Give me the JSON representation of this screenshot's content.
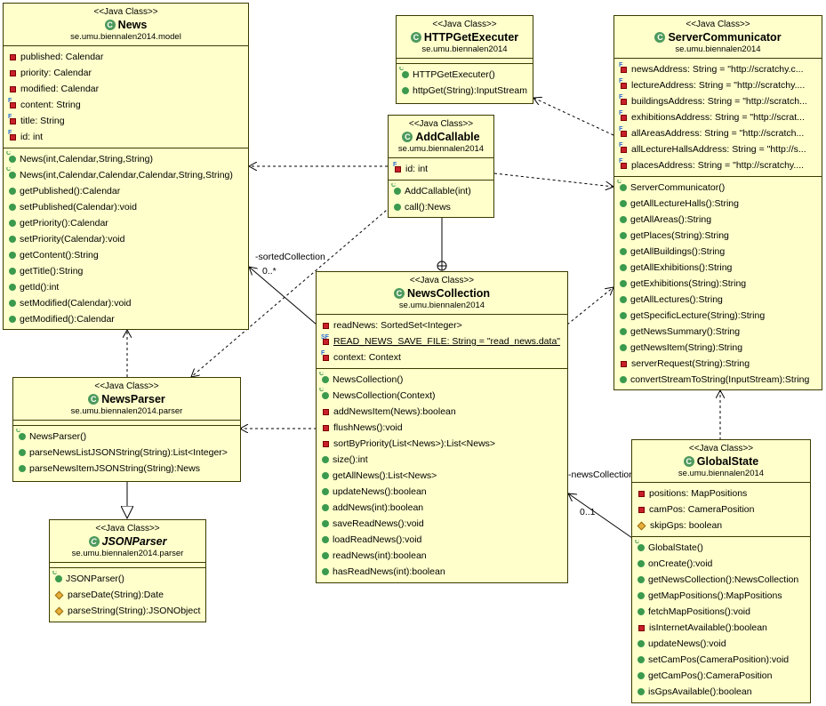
{
  "stereotype": "<<Java Class>>",
  "classes": {
    "news": {
      "name": "News",
      "package": "se.umu.biennalen2014.model",
      "fields": [
        {
          "vis": "private",
          "mod": "",
          "text": "published: Calendar"
        },
        {
          "vis": "private",
          "mod": "",
          "text": "priority: Calendar"
        },
        {
          "vis": "private",
          "mod": "",
          "text": "modified: Calendar"
        },
        {
          "vis": "private",
          "mod": "F",
          "text": "content: String"
        },
        {
          "vis": "private",
          "mod": "F",
          "text": "title: String"
        },
        {
          "vis": "private",
          "mod": "F",
          "text": "id: int"
        }
      ],
      "methods": [
        {
          "vis": "public",
          "mod": "C",
          "text": "News(int,Calendar,String,String)"
        },
        {
          "vis": "public",
          "mod": "C",
          "text": "News(int,Calendar,Calendar,Calendar,String,String)"
        },
        {
          "vis": "public",
          "mod": "",
          "text": "getPublished():Calendar"
        },
        {
          "vis": "public",
          "mod": "",
          "text": "setPublished(Calendar):void"
        },
        {
          "vis": "public",
          "mod": "",
          "text": "getPriority():Calendar"
        },
        {
          "vis": "public",
          "mod": "",
          "text": "setPriority(Calendar):void"
        },
        {
          "vis": "public",
          "mod": "",
          "text": "getContent():String"
        },
        {
          "vis": "public",
          "mod": "",
          "text": "getTitle():String"
        },
        {
          "vis": "public",
          "mod": "",
          "text": "getId():int"
        },
        {
          "vis": "public",
          "mod": "",
          "text": "setModified(Calendar):void"
        },
        {
          "vis": "public",
          "mod": "",
          "text": "getModified():Calendar"
        }
      ]
    },
    "httpget": {
      "name": "HTTPGetExecuter",
      "package": "se.umu.biennalen2014",
      "fields": [],
      "methods": [
        {
          "vis": "public",
          "mod": "C",
          "text": "HTTPGetExecuter()"
        },
        {
          "vis": "public",
          "mod": "",
          "text": "httpGet(String):InputStream"
        }
      ]
    },
    "addcallable": {
      "name": "AddCallable",
      "package": "se.umu.biennalen2014",
      "fields": [
        {
          "vis": "private",
          "mod": "F",
          "text": "id: int"
        }
      ],
      "methods": [
        {
          "vis": "public",
          "mod": "C",
          "text": "AddCallable(int)"
        },
        {
          "vis": "public",
          "mod": "",
          "text": "call():News"
        }
      ]
    },
    "server": {
      "name": "ServerCommunicator",
      "package": "se.umu.biennalen2014",
      "fields": [
        {
          "vis": "private",
          "mod": "F",
          "text": "newsAddress: String = \"http://scratchy.c..."
        },
        {
          "vis": "private",
          "mod": "F",
          "text": "lectureAddress: String = \"http://scratchy...."
        },
        {
          "vis": "private",
          "mod": "F",
          "text": "buildingsAddress: String = \"http://scratch..."
        },
        {
          "vis": "private",
          "mod": "F",
          "text": "exhibitionsAddress: String = \"http://scrat..."
        },
        {
          "vis": "private",
          "mod": "F",
          "text": "allAreasAddress: String = \"http://scratch..."
        },
        {
          "vis": "private",
          "mod": "F",
          "text": "allLectureHallsAddress: String = \"http://s..."
        },
        {
          "vis": "private",
          "mod": "F",
          "text": "placesAddress: String = \"http://scratchy...."
        }
      ],
      "methods": [
        {
          "vis": "public",
          "mod": "C",
          "text": "ServerCommunicator()"
        },
        {
          "vis": "public",
          "mod": "",
          "text": "getAllLectureHalls():String"
        },
        {
          "vis": "public",
          "mod": "",
          "text": "getAllAreas():String"
        },
        {
          "vis": "public",
          "mod": "",
          "text": "getPlaces(String):String"
        },
        {
          "vis": "public",
          "mod": "",
          "text": "getAllBuildings():String"
        },
        {
          "vis": "public",
          "mod": "",
          "text": "getAllExhibitions():String"
        },
        {
          "vis": "public",
          "mod": "",
          "text": "getExhibitions(String):String"
        },
        {
          "vis": "public",
          "mod": "",
          "text": "getAllLectures():String"
        },
        {
          "vis": "public",
          "mod": "",
          "text": "getSpecificLecture(String):String"
        },
        {
          "vis": "public",
          "mod": "",
          "text": "getNewsSummary():String"
        },
        {
          "vis": "public",
          "mod": "",
          "text": "getNewsItem(String):String"
        },
        {
          "vis": "private",
          "mod": "",
          "text": "serverRequest(String):String"
        },
        {
          "vis": "public",
          "mod": "",
          "text": "convertStreamToString(InputStream):String"
        }
      ]
    },
    "newscollection": {
      "name": "NewsCollection",
      "package": "se.umu.biennalen2014",
      "fields": [
        {
          "vis": "private",
          "mod": "",
          "text": "readNews: SortedSet<Integer>"
        },
        {
          "vis": "private",
          "mod": "SF",
          "text": "READ_NEWS_SAVE_FILE: String = \"read_news.data\"",
          "underline": true
        },
        {
          "vis": "private",
          "mod": "F",
          "text": "context: Context"
        }
      ],
      "methods": [
        {
          "vis": "public",
          "mod": "C",
          "text": "NewsCollection()"
        },
        {
          "vis": "public",
          "mod": "C",
          "text": "NewsCollection(Context)"
        },
        {
          "vis": "private",
          "mod": "",
          "text": "addNewsItem(News):boolean"
        },
        {
          "vis": "private",
          "mod": "",
          "text": "flushNews():void"
        },
        {
          "vis": "private",
          "mod": "",
          "text": "sortByPriority(List<News>):List<News>"
        },
        {
          "vis": "public",
          "mod": "",
          "text": "size():int"
        },
        {
          "vis": "public",
          "mod": "",
          "text": "getAllNews():List<News>"
        },
        {
          "vis": "public",
          "mod": "",
          "text": "updateNews():boolean"
        },
        {
          "vis": "public",
          "mod": "",
          "text": "addNews(int):boolean"
        },
        {
          "vis": "public",
          "mod": "",
          "text": "saveReadNews():void"
        },
        {
          "vis": "public",
          "mod": "",
          "text": "loadReadNews():void"
        },
        {
          "vis": "public",
          "mod": "",
          "text": "readNews(int):boolean"
        },
        {
          "vis": "public",
          "mod": "",
          "text": "hasReadNews(int):boolean"
        }
      ]
    },
    "newsparser": {
      "name": "NewsParser",
      "package": "se.umu.biennalen2014.parser",
      "fields": [],
      "methods": [
        {
          "vis": "public",
          "mod": "C",
          "text": "NewsParser()"
        },
        {
          "vis": "public",
          "mod": "",
          "text": "parseNewsListJSONString(String):List<Integer>"
        },
        {
          "vis": "public",
          "mod": "",
          "text": "parseNewsItemJSONString(String):News"
        }
      ]
    },
    "jsonparser": {
      "name": "JSONParser",
      "package": "se.umu.biennalen2014.parser",
      "abstract": true,
      "fields": [],
      "methods": [
        {
          "vis": "public",
          "mod": "C",
          "text": "JSONParser()"
        },
        {
          "vis": "protected",
          "mod": "",
          "text": "parseDate(String):Date"
        },
        {
          "vis": "protected",
          "mod": "",
          "text": "parseString(String):JSONObject"
        }
      ]
    },
    "globalstate": {
      "name": "GlobalState",
      "package": "se.umu.biennalen2014",
      "fields": [
        {
          "vis": "private",
          "mod": "",
          "text": "positions: MapPositions"
        },
        {
          "vis": "private",
          "mod": "",
          "text": "camPos: CameraPosition"
        },
        {
          "vis": "protected",
          "mod": "",
          "text": "skipGps: boolean"
        }
      ],
      "methods": [
        {
          "vis": "public",
          "mod": "C",
          "text": "GlobalState()"
        },
        {
          "vis": "public",
          "mod": "",
          "text": "onCreate():void"
        },
        {
          "vis": "public",
          "mod": "",
          "text": "getNewsCollection():NewsCollection"
        },
        {
          "vis": "public",
          "mod": "",
          "text": "getMapPositions():MapPositions"
        },
        {
          "vis": "public",
          "mod": "",
          "text": "fetchMapPositions():void"
        },
        {
          "vis": "private",
          "mod": "",
          "text": "isInternetAvailable():boolean"
        },
        {
          "vis": "public",
          "mod": "",
          "text": "updateNews():void"
        },
        {
          "vis": "public",
          "mod": "",
          "text": "setCamPos(CameraPosition):void"
        },
        {
          "vis": "public",
          "mod": "",
          "text": "getCamPos():CameraPosition"
        },
        {
          "vis": "public",
          "mod": "",
          "text": "isGpsAvailable():boolean"
        }
      ]
    }
  },
  "edge_labels": {
    "sorted_collection": "-sortedCollection",
    "sorted_mult": "0..*",
    "news_collection": "-newsCollection",
    "news_mult": "0..1"
  }
}
